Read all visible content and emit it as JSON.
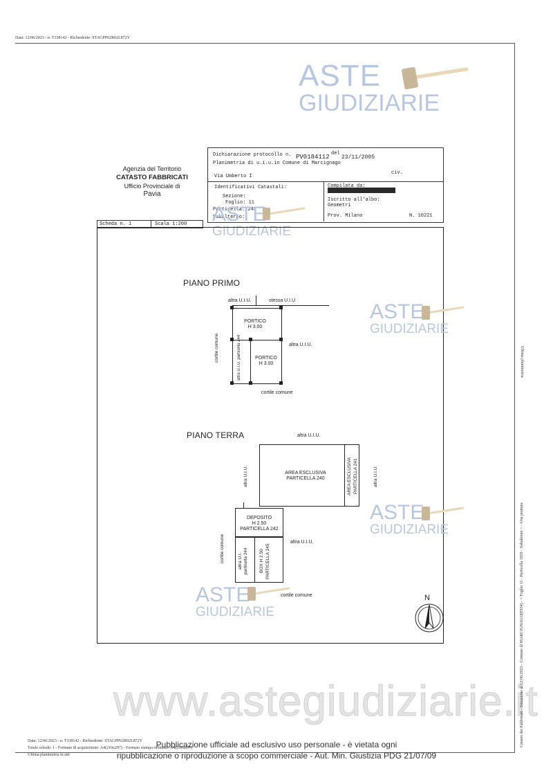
{
  "top_line": "Data: 12/06/2023 - n. T338142 - Richiedente: STAGPP62R02L872Y",
  "agency": {
    "line1": "Agenzia del Territorio",
    "line2": "CATASTO FABBRICATI",
    "line3": "Ufficio Provinciale di",
    "line4": "Pavia"
  },
  "header": {
    "dichiarazione": "Dichiarazione protocollo n.",
    "protocol_no": "PV0184112",
    "del": "del",
    "date": "23/11/2005",
    "planimetria": "Planimetria di u.i.u.in Comune di Marcignago",
    "via": "Via Umberto I",
    "civ": "civ.",
    "identificativi": "Identificativi Catastali:",
    "sezione": "Sezione:",
    "foglio": "Foglio: 11",
    "particella": "Particella: 245",
    "subalterno": "Subalterno:",
    "compilata": "Compilata da:",
    "iscritto": "Iscritto all'albo:",
    "geometri": "Geometri",
    "prov": "Prov. Milano",
    "numero": "N. 10221",
    "scheda": "Scheda n. 1",
    "scala": "Scala 1:200"
  },
  "watermark": {
    "aste": "ASTE",
    "giudiziarie": "GIUDIZIARIE",
    "url": "www.astegiudiziarie.it"
  },
  "piano_primo": {
    "title": "PIANO PRIMO",
    "altra_uiu_top": "altra U.I.U.",
    "stessa_uiu": "stessa U.I.U",
    "portico1_name": "PORTICO",
    "portico1_h": "H 3.00",
    "portico2_name": "PORTICO",
    "portico2_h": "H 3.00",
    "altra_uiu_right": "altra U.I.U.",
    "cortile_left": "cortile comune",
    "altra_uiu_244": "altra U.I.U. particella 244",
    "cortile_bottom": "cortile comune"
  },
  "piano_terra": {
    "title": "PIANO TERRA",
    "altra_uiu_top": "altra U.I.U.",
    "area240_l1": "AREA ESCLUSIVA",
    "area240_l2": "PARTICELLA 240",
    "area241": "AREA ESCLUSIVA PARTICELLA 241",
    "altra_uiu_left": "altra U.I.U.",
    "altra_uiu_right": "altra U.I.U.",
    "deposito_name": "DEPOSITO",
    "deposito_h": "H 2.50",
    "deposito_part": "PARTICELLA 242",
    "altra_uiu_mid": "altra U.I.U.",
    "cortile_left": "cortile comune",
    "altra_uiu_244": "altra U.I. particella 244",
    "box": "BOX H 2.50 PARTICELLA 245",
    "cortile_bottom": "cortile comune"
  },
  "north": "N",
  "side_text": "Catasto dei Fabbricati - Situazione al 12/06/2023 - Comune di MARCIGNAGO(E934) - < Foglio 11 - Particella 1929 - Subalterno > - Una prattura",
  "side_small": "Ultima planimetria",
  "bottom": {
    "line1": "Data: 12/06/2023 - n. T338142 - Richiedente: STAGPP62R02L872Y",
    "line2": "Totale schede: 1 - Formato di acquisizione: A4(210x297) - Formato stampa richiesto: A4(210x297)",
    "line3": "Ultima planimetria in atti",
    "pub1": "Pubblicazione ufficiale ad esclusivo uso personale - è vietata ogni",
    "pub2": "ripubblicazione o riproduzione a scopo commerciale - Aut. Min. Giustizia PDG 21/07/09"
  }
}
